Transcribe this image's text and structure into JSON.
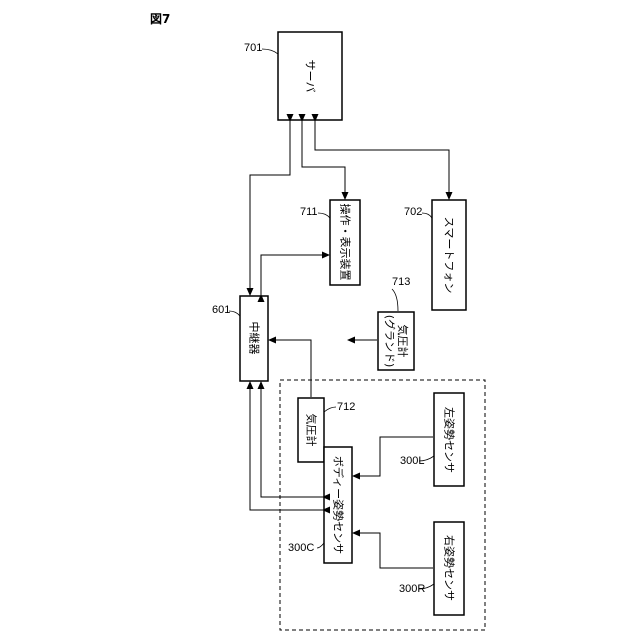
{
  "figure_label": "図7",
  "blocks": {
    "server": {
      "ref": "701",
      "label": "サーバ"
    },
    "smartphone": {
      "ref": "702",
      "label": "スマートフォン"
    },
    "display": {
      "ref": "711",
      "label": "操作・表示装置"
    },
    "relay": {
      "ref": "601",
      "label": "中継器"
    },
    "baro_body": {
      "ref": "712",
      "label": "気圧計"
    },
    "baro_ground": {
      "ref": "713",
      "line1": "気圧計",
      "line2": "(グランド)"
    },
    "body_sensor": {
      "ref": "300C",
      "label": "ボディー姿勢センサ"
    },
    "left_sensor": {
      "ref": "300L",
      "label": "左姿勢センサ"
    },
    "right_sensor": {
      "ref": "300R",
      "label": "右姿勢センサ"
    }
  }
}
